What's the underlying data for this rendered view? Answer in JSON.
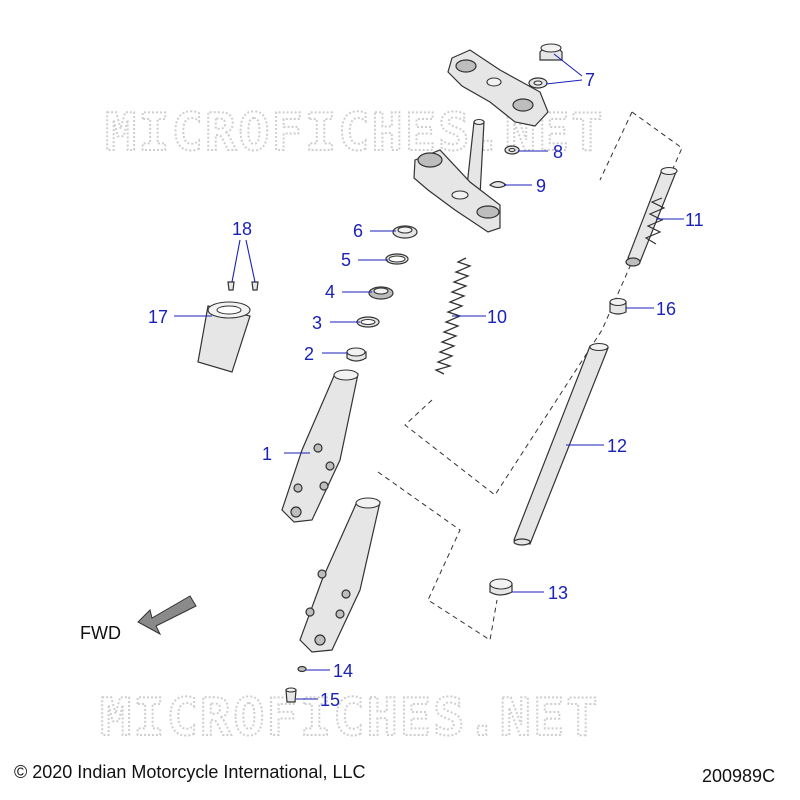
{
  "watermark": {
    "text": "MICROFICHES.NET"
  },
  "direction_label": "FWD",
  "callouts": {
    "c1": "1",
    "c2": "2",
    "c3": "3",
    "c4": "4",
    "c5": "5",
    "c6": "6",
    "c7": "7",
    "c8": "8",
    "c9": "9",
    "c10": "10",
    "c11": "11",
    "c12": "12",
    "c13": "13",
    "c14": "14",
    "c15": "15",
    "c16": "16",
    "c17": "17",
    "c18": "18"
  },
  "footer": {
    "copyright": "© 2020 Indian Motorcycle International, LLC",
    "figure_id": "200989C"
  },
  "colors": {
    "callout": "#1a22b8",
    "line": "#333333",
    "part_fill": "#e6e6e6",
    "watermark": "#cfcfcf"
  }
}
